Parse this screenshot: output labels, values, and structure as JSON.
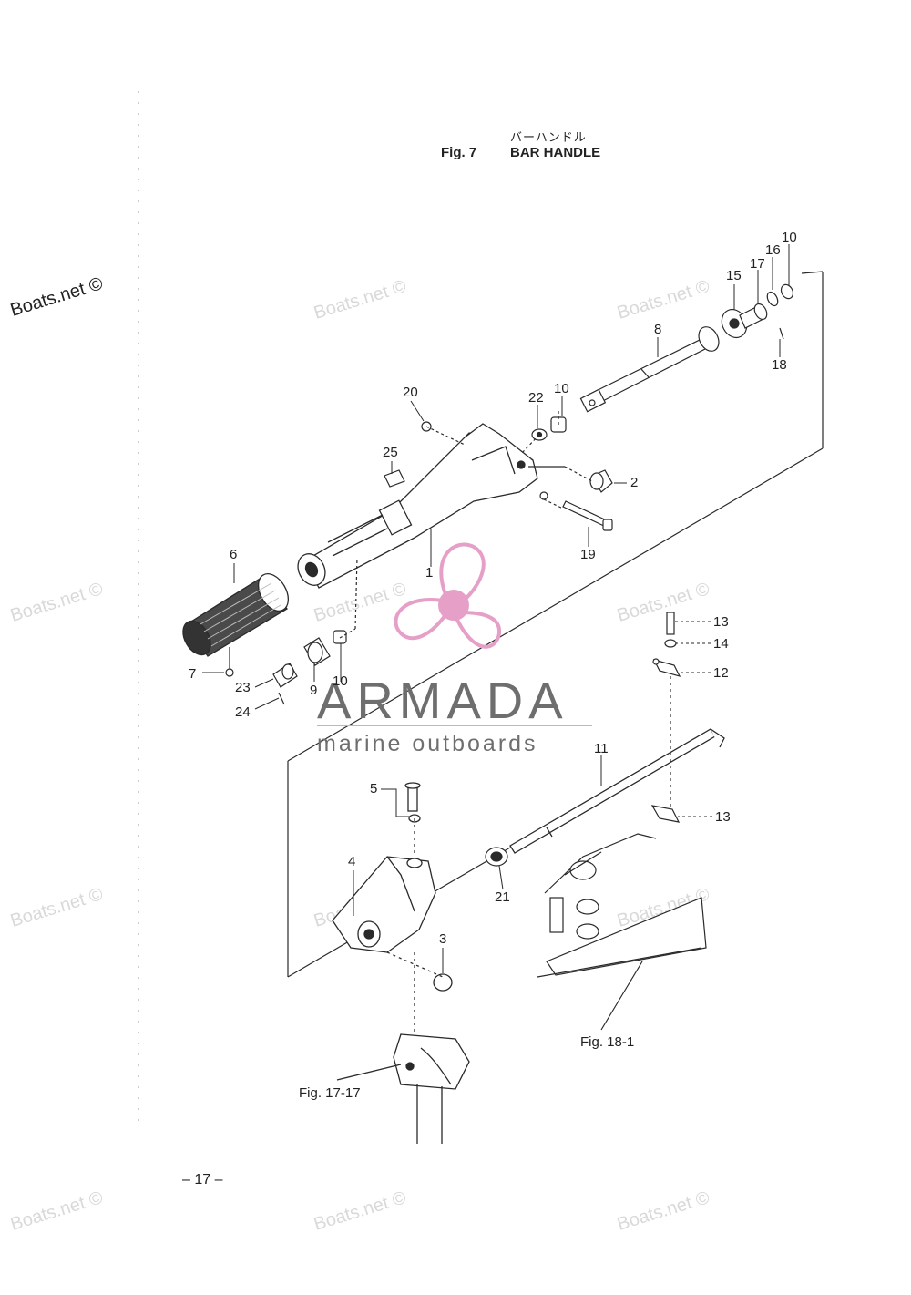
{
  "header": {
    "title_jp": "バーハンドル",
    "fig_label": "Fig. 7",
    "fig_title": "BAR HANDLE"
  },
  "watermarks": {
    "main": "Boats.net ©",
    "repeat": "Boats.net ©"
  },
  "logo": {
    "name": "ARMADA",
    "tagline": "marine outboards"
  },
  "callouts": {
    "c1": "1",
    "c2": "2",
    "c3": "3",
    "c4": "4",
    "c5": "5",
    "c6": "6",
    "c7": "7",
    "c8": "8",
    "c9": "9",
    "c10a": "10",
    "c10b": "10",
    "c10c": "10",
    "c11": "11",
    "c12": "12",
    "c13a": "13",
    "c13b": "13",
    "c14": "14",
    "c15": "15",
    "c16": "16",
    "c17": "17",
    "c18": "18",
    "c19": "19",
    "c20": "20",
    "c21": "21",
    "c22": "22",
    "c23": "23",
    "c24": "24",
    "c25": "25"
  },
  "references": {
    "fig18": "Fig. 18-1",
    "fig17": "Fig. 17-17"
  },
  "footer": {
    "page_number": "– 17 –"
  },
  "colors": {
    "line": "#2a2a2a",
    "logo_pink": "#e6a0c8",
    "logo_grey": "#6e6e6e",
    "watermark": "#d9d9d9"
  }
}
